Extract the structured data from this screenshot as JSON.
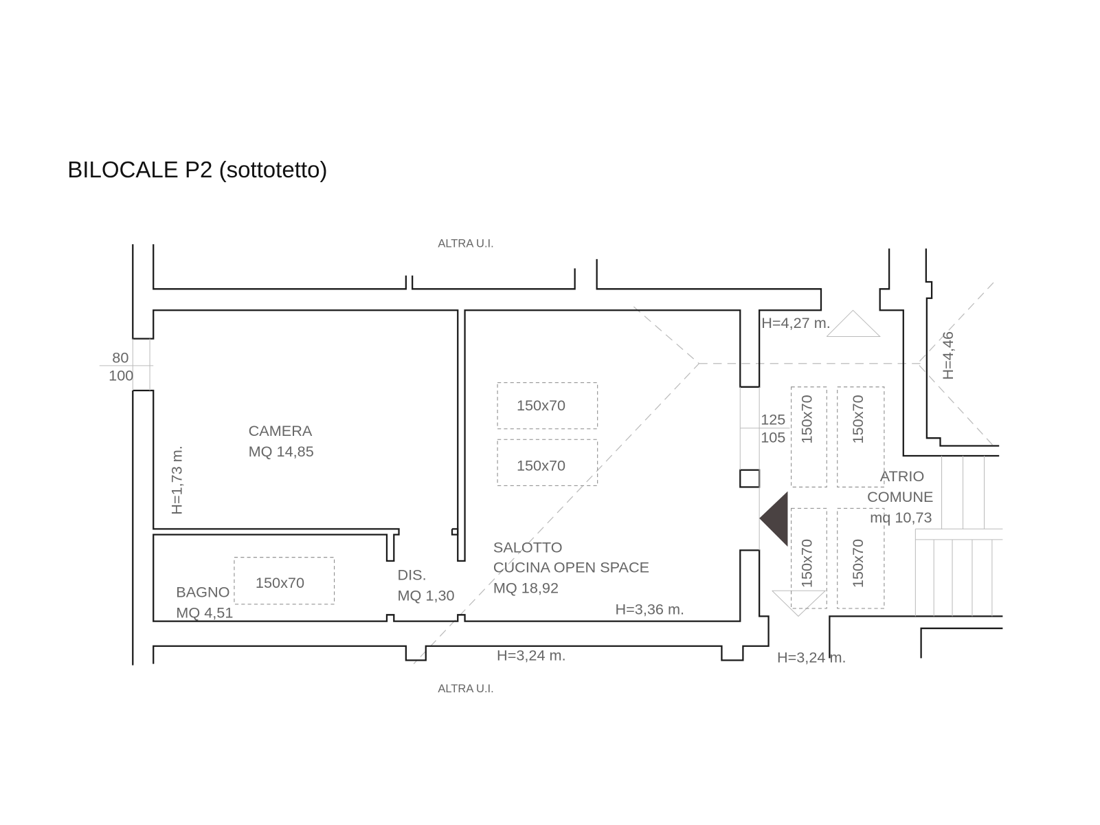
{
  "title": "BILOCALE P2 (sottotetto)",
  "neighbors": {
    "top": "ALTRA U.I.",
    "bottom": "ALTRA U.I."
  },
  "rooms": {
    "camera": {
      "name": "CAMERA",
      "area": "MQ 14,85",
      "height": "H=1,73 m."
    },
    "bagno": {
      "name": "BAGNO",
      "area": "MQ 4,51"
    },
    "dis": {
      "name": "DIS.",
      "area": "MQ 1,30"
    },
    "salotto": {
      "name1": "SALOTTO",
      "name2": "CUCINA OPEN SPACE",
      "area": "MQ 18,92",
      "height": "H=3,36 m."
    },
    "atrio": {
      "name1": "ATRIO",
      "name2": "COMUNE",
      "area": "mq 10,73"
    }
  },
  "heights": {
    "h427": "H=4,27 m.",
    "h446": "H=4,46",
    "h324a": "H=3,24 m.",
    "h324b": "H=3,24 m."
  },
  "windows": {
    "left_top": "80",
    "left_bottom": "100",
    "right_top": "125",
    "right_bottom": "105"
  },
  "skylights": [
    "150x70",
    "150x70",
    "150x70",
    "150x70",
    "150x70",
    "150x70",
    "150x70"
  ],
  "colors": {
    "wall": "#1a1a1a",
    "text": "#666666",
    "entrance": "#4a4242"
  }
}
